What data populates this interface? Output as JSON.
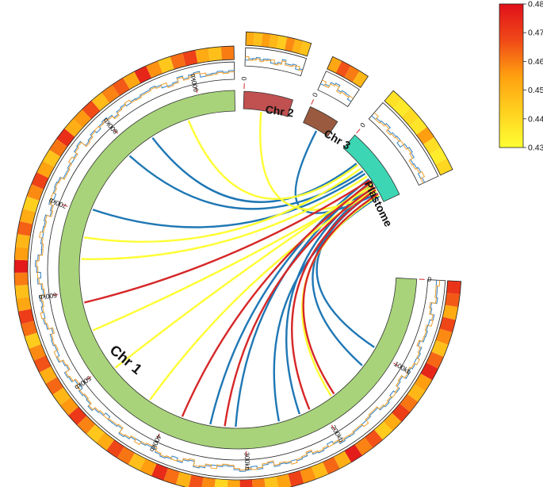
{
  "chromosomes": [
    {
      "id": "chr1",
      "label": "Chr 1",
      "color": "#a8d37a",
      "tick_labels": [
        "0",
        "100kb",
        "200kb",
        "300kb",
        "400kb",
        "500kb",
        "600kb",
        "700kb",
        "800kb",
        "900kb"
      ]
    },
    {
      "id": "chr2",
      "label": "Chr 2",
      "color": "#c15050",
      "tick_labels": [
        "0"
      ]
    },
    {
      "id": "chr3",
      "label": "Chr 3",
      "color": "#9a5a3f",
      "tick_labels": [
        "0"
      ]
    },
    {
      "id": "plastome",
      "label": "Plastome",
      "color": "#3cd6b4",
      "tick_labels": [
        "0"
      ]
    }
  ],
  "colorbar": {
    "min": 0.43,
    "max": 0.48,
    "tick_labels": [
      "0.48",
      "0.47",
      "0.46",
      "0.45",
      "0.44",
      "0.43"
    ],
    "colors": [
      "#ffff33",
      "#ffd11f",
      "#ff9f10",
      "#f04818",
      "#e0101a"
    ]
  },
  "heatmap_values": {
    "chr1": [
      0.472,
      0.465,
      0.452,
      0.468,
      0.458,
      0.447,
      0.463,
      0.475,
      0.455,
      0.449,
      0.461,
      0.47,
      0.452,
      0.444,
      0.466,
      0.459,
      0.477,
      0.451,
      0.463,
      0.448,
      0.457,
      0.469,
      0.454,
      0.446,
      0.46,
      0.472,
      0.453,
      0.441,
      0.458,
      0.466,
      0.45,
      0.462,
      0.474,
      0.455,
      0.447,
      0.461,
      0.468,
      0.452,
      0.445,
      0.459,
      0.471,
      0.456,
      0.449,
      0.463,
      0.451,
      0.466,
      0.458,
      0.444,
      0.462,
      0.47,
      0.453,
      0.447,
      0.46,
      0.478,
      0.455,
      0.449,
      0.464,
      0.452,
      0.443,
      0.458,
      0.469,
      0.454,
      0.446,
      0.461,
      0.473,
      0.451,
      0.456,
      0.467,
      0.448,
      0.459,
      0.465,
      0.453,
      0.475,
      0.457,
      0.445,
      0.462,
      0.469,
      0.452,
      0.447,
      0.46
    ],
    "chr2": [
      0.452,
      0.447,
      0.455,
      0.449,
      0.444,
      0.458,
      0.45,
      0.446
    ],
    "chr3": [
      0.453,
      0.466,
      0.46,
      0.449
    ],
    "plastome": [
      0.438,
      0.436,
      0.44,
      0.437,
      0.455,
      0.439,
      0.435,
      0.441
    ]
  },
  "links": [
    {
      "color": "#1f77b4",
      "from": {
        "chr": "chr1",
        "pos": 0.88
      },
      "to": {
        "chr": "plastome",
        "pos": 0.3
      }
    },
    {
      "color": "#1f77b4",
      "from": {
        "chr": "chr1",
        "pos": 0.84
      },
      "to": {
        "chr": "plastome",
        "pos": 0.45
      }
    },
    {
      "color": "#1f77b4",
      "from": {
        "chr": "chr1",
        "pos": 0.75
      },
      "to": {
        "chr": "plastome",
        "pos": 0.5
      }
    },
    {
      "color": "#1f77b4",
      "from": {
        "chr": "chr1",
        "pos": 0.365
      },
      "to": {
        "chr": "plastome",
        "pos": 0.6
      }
    },
    {
      "color": "#1f77b4",
      "from": {
        "chr": "chr1",
        "pos": 0.33
      },
      "to": {
        "chr": "plastome",
        "pos": 0.65
      }
    },
    {
      "color": "#1f77b4",
      "from": {
        "chr": "chr1",
        "pos": 0.24
      },
      "to": {
        "chr": "plastome",
        "pos": 0.7
      }
    },
    {
      "color": "#1f77b4",
      "from": {
        "chr": "chr1",
        "pos": 0.13
      },
      "to": {
        "chr": "plastome",
        "pos": 0.75
      }
    },
    {
      "color": "#1f77b4",
      "from": {
        "chr": "chr1",
        "pos": 0.1
      },
      "to": {
        "chr": "plastome",
        "pos": 0.8
      }
    },
    {
      "color": "#1f77b4",
      "from": {
        "chr": "chr3",
        "pos": 0.55
      },
      "to": {
        "chr": "plastome",
        "pos": 0.85
      }
    },
    {
      "color": "#1f77b4",
      "from": {
        "chr": "chr1",
        "pos": 0.27
      },
      "to": {
        "chr": "plastome",
        "pos": 0.9
      }
    },
    {
      "color": "#ffff33",
      "from": {
        "chr": "chr1",
        "pos": 0.935
      },
      "to": {
        "chr": "plastome",
        "pos": 0.33
      }
    },
    {
      "color": "#ffff33",
      "from": {
        "chr": "chr1",
        "pos": 0.71
      },
      "to": {
        "chr": "plastome",
        "pos": 0.4
      }
    },
    {
      "color": "#ffff33",
      "from": {
        "chr": "chr1",
        "pos": 0.68
      },
      "to": {
        "chr": "plastome",
        "pos": 0.55
      }
    },
    {
      "color": "#ffff33",
      "from": {
        "chr": "chr1",
        "pos": 0.52
      },
      "to": {
        "chr": "plastome",
        "pos": 0.68
      }
    },
    {
      "color": "#ffff33",
      "from": {
        "chr": "chr1",
        "pos": 0.58
      },
      "to": {
        "chr": "plastome",
        "pos": 0.72
      }
    },
    {
      "color": "#ffff33",
      "from": {
        "chr": "chr1",
        "pos": 0.455
      },
      "to": {
        "chr": "plastome",
        "pos": 0.78
      }
    },
    {
      "color": "#ffff33",
      "from": {
        "chr": "chr2",
        "pos": 0.4
      },
      "to": {
        "chr": "plastome",
        "pos": 0.82
      }
    },
    {
      "color": "#ffff33",
      "from": {
        "chr": "chr1",
        "pos": 0.19
      },
      "to": {
        "chr": "plastome",
        "pos": 0.88
      }
    },
    {
      "color": "#d62728",
      "from": {
        "chr": "chr1",
        "pos": 0.62
      },
      "to": {
        "chr": "plastome",
        "pos": 0.62
      }
    },
    {
      "color": "#d62728",
      "from": {
        "chr": "chr1",
        "pos": 0.405
      },
      "to": {
        "chr": "plastome",
        "pos": 0.66
      }
    },
    {
      "color": "#d62728",
      "from": {
        "chr": "chr1",
        "pos": 0.345
      },
      "to": {
        "chr": "plastome",
        "pos": 0.74
      }
    },
    {
      "color": "#d62728",
      "from": {
        "chr": "chr1",
        "pos": 0.225
      },
      "to": {
        "chr": "plastome",
        "pos": 0.79
      }
    },
    {
      "color": "#d62728",
      "from": {
        "chr": "chr1",
        "pos": 0.185
      },
      "to": {
        "chr": "plastome",
        "pos": 0.86
      }
    }
  ]
}
